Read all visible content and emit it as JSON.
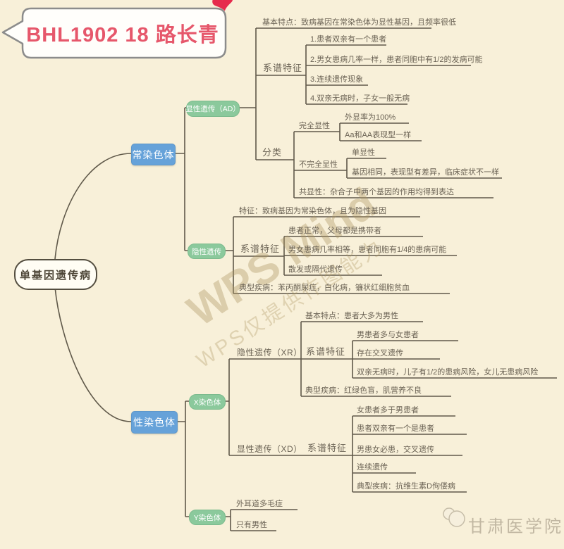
{
  "title": {
    "text": "BHL1902  18  路长青",
    "heart_icon": "❤"
  },
  "watermarks": {
    "brand": "WPS Mind",
    "notice": "WPS仅提供作图能力",
    "org": "甘肃医学院"
  },
  "colors": {
    "background": "#f8f0d9",
    "line": "#60594a",
    "text": "#6b6355",
    "node_blue": "#66a2d9",
    "node_green": "#8bc99c",
    "title_red": "#e6576b",
    "root_text": "#4c4536"
  },
  "map": {
    "root": "单基因遗传病",
    "autosome": {
      "label": "常染色体",
      "ad": {
        "label": "显性遗传（AD）",
        "basic": "基本特点：致病基因在常染色体为显性基因，且频率很低",
        "pedigree_label": "系谱特征",
        "pedigree": [
          "1.患者双亲有一个患者",
          "2.男女患病几率一样，患者同胞中有1/2的发病可能",
          "3.连续遗传现象",
          "4.双亲无病时，子女一般无病"
        ],
        "class_label": "分类",
        "complete": {
          "label": "完全显性",
          "items": [
            "外显率为100%",
            "Aa和AA表现型一样"
          ]
        },
        "incomplete": {
          "label": "不完全显性",
          "items": [
            "单显性",
            "基因相同，表现型有差异，临床症状不一样"
          ]
        },
        "codominant": "共显性：杂合子中两个基因的作用均得到表达"
      },
      "ar": {
        "label": "隐性遗传",
        "feature": "特征：致病基因为常染色体，且为隐性基因",
        "pedigree_label": "系谱特征",
        "pedigree": [
          "患者正常，父母都是携带者",
          "男女患病几率相等，患者同胞有1/4的患病可能",
          "散发或隔代遗传"
        ],
        "disease": "典型疾病：苯丙酮尿症，白化病，镰状红细胞贫血"
      }
    },
    "sex": {
      "label": "性染色体",
      "x": {
        "label": "X染色体",
        "xr": {
          "label": "隐性遗传（XR）",
          "basic": "基本特点：患者大多为男性",
          "pedigree_label": "系谱特征",
          "pedigree": [
            "男患者多与女患者",
            "存在交叉遗传",
            "双亲无病时，儿子有1/2的患病风险，女儿无患病风险"
          ],
          "disease": "典型疾病：红绿色盲，肌营养不良"
        },
        "xd": {
          "label": "显性遗传（XD）",
          "pedigree_label": "系谱特征",
          "pedigree": [
            "女患者多于男患者",
            "患者双亲有一个是患者",
            "男患女必患，交叉遗传",
            "连续遗传",
            "典型疾病：抗维生素D佝偻病"
          ]
        }
      },
      "y": {
        "label": "Y染色体",
        "items": [
          "外耳道多毛症",
          "只有男性"
        ]
      }
    }
  }
}
